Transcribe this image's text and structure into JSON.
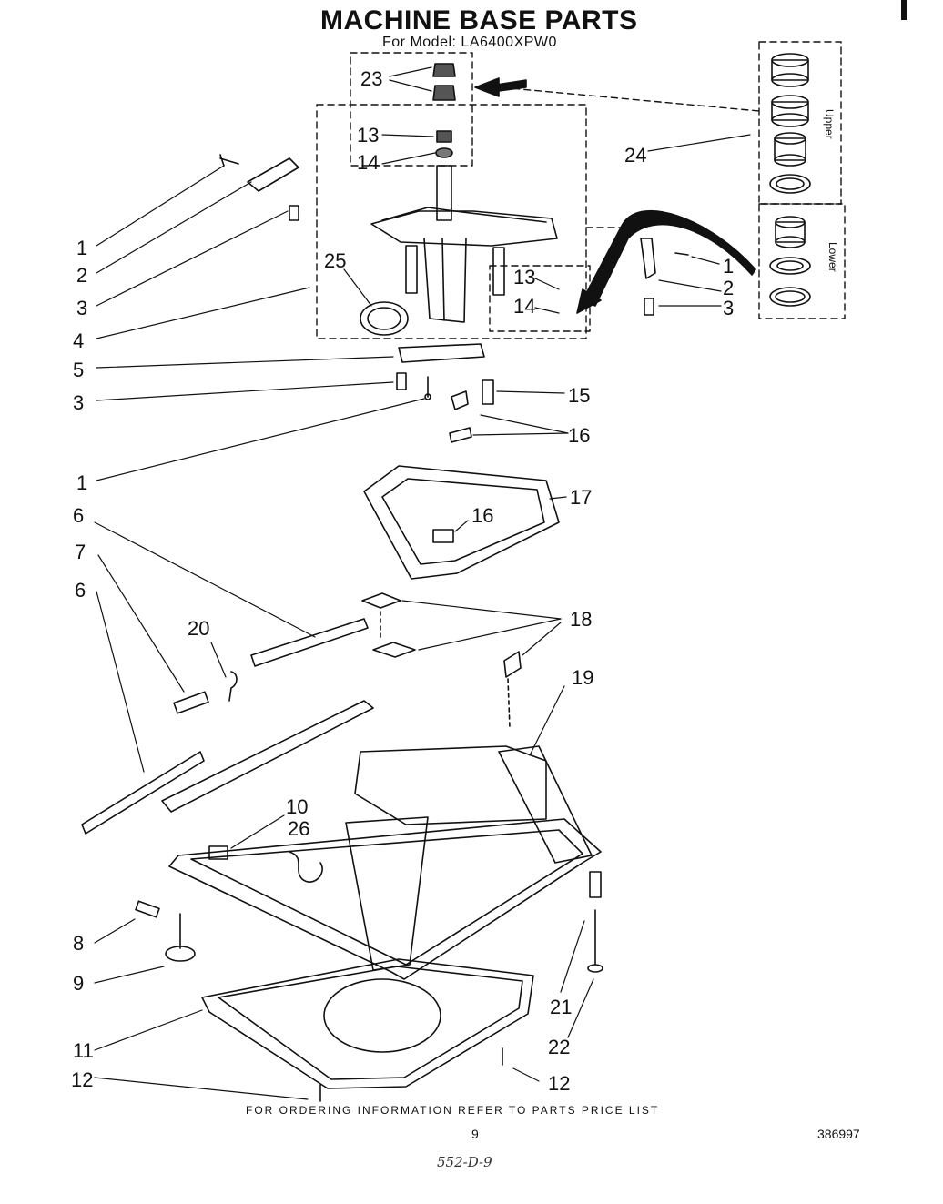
{
  "header": {
    "title": "MACHINE BASE PARTS",
    "model_line": "For Model: LA6400XPW0"
  },
  "bearing_kit": {
    "upper_label": "Upper",
    "lower_label": "Lower"
  },
  "callouts": [
    "1",
    "2",
    "3",
    "4",
    "5",
    "3",
    "1",
    "6",
    "7",
    "6",
    "20",
    "25",
    "23",
    "13",
    "14",
    "24",
    "1",
    "2",
    "3",
    "13",
    "14",
    "15",
    "16",
    "17",
    "16",
    "18",
    "19",
    "10",
    "26",
    "8",
    "9",
    "11",
    "12",
    "21",
    "22",
    "12"
  ],
  "footer": {
    "note": "FOR ORDERING INFORMATION REFER TO PARTS PRICE LIST",
    "page_number": "9",
    "document_number": "386997",
    "handwritten": "552-D-9"
  }
}
